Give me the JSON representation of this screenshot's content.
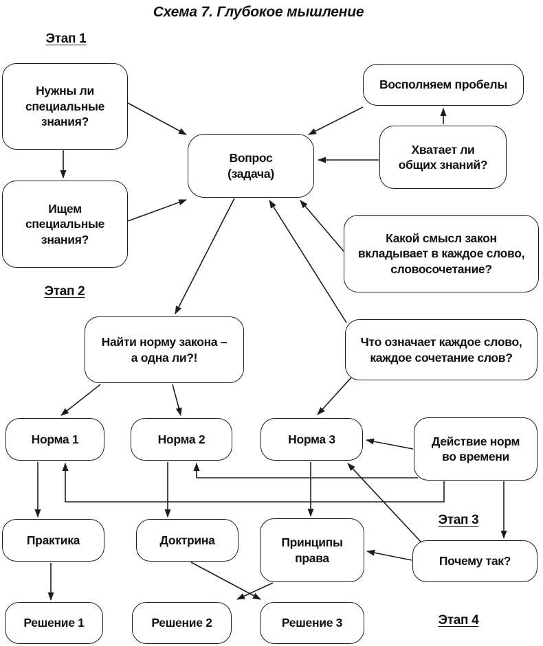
{
  "title": "Схема 7. Глубокое мышление",
  "stages": {
    "s1": {
      "label": "Этап 1"
    },
    "s2": {
      "label": "Этап 2"
    },
    "s3": {
      "label": "Этап 3"
    },
    "s4": {
      "label": "Этап 4"
    }
  },
  "nodes": {
    "needs_special": {
      "text": "Нужны ли\nспециальные\nзнания?"
    },
    "seek_special": {
      "text": "Ищем\nспециальные\nзнания?"
    },
    "question": {
      "text": "Вопрос\n(задача)"
    },
    "fill_gaps": {
      "text": "Восполняем пробелы"
    },
    "enough_general": {
      "text": "Хватает ли\nобщих знаний?"
    },
    "law_meaning": {
      "text": "Какой смысл закон\nвкладывает в каждое слово,\nсловосочетание?"
    },
    "words_meaning": {
      "text": "Что означает каждое слово,\nкаждое сочетание слов?"
    },
    "find_norm": {
      "text": "Найти норму закона –\nа одна ли?!"
    },
    "norm1": {
      "text": "Норма 1"
    },
    "norm2": {
      "text": "Норма 2"
    },
    "norm3": {
      "text": "Норма 3"
    },
    "norms_time": {
      "text": "Действие норм\nво времени"
    },
    "practice": {
      "text": "Практика"
    },
    "doctrine": {
      "text": "Доктрина"
    },
    "principles": {
      "text": "Принципы\nправа"
    },
    "why_so": {
      "text": "Почему так?"
    },
    "solution1": {
      "text": "Решение 1"
    },
    "solution2": {
      "text": "Решение 2"
    },
    "solution3": {
      "text": "Решение 3"
    }
  },
  "edges": [
    {
      "from": "needs-special",
      "to": "question"
    },
    {
      "from": "needs-special",
      "to": "seek-special"
    },
    {
      "from": "seek-special",
      "to": "question"
    },
    {
      "from": "fill-gaps",
      "to": "question"
    },
    {
      "from": "enough-general",
      "to": "fill-gaps"
    },
    {
      "from": "enough-general",
      "to": "question"
    },
    {
      "from": "law-meaning",
      "to": "question"
    },
    {
      "from": "words-meaning",
      "to": "question"
    },
    {
      "from": "question",
      "to": "find-norm"
    },
    {
      "from": "find-norm",
      "to": "norm-1"
    },
    {
      "from": "find-norm",
      "to": "norm-2"
    },
    {
      "from": "words-meaning",
      "to": "norm-3"
    },
    {
      "from": "norms-time",
      "to": "norm-3"
    },
    {
      "from": "norms-time",
      "to": "norm-2"
    },
    {
      "from": "norms-time",
      "to": "norm-1"
    },
    {
      "from": "norms-time",
      "to": "why-so"
    },
    {
      "from": "why-so",
      "to": "norm-3"
    },
    {
      "from": "why-so",
      "to": "principles"
    },
    {
      "from": "norm-1",
      "to": "practice"
    },
    {
      "from": "norm-2",
      "to": "doctrine"
    },
    {
      "from": "norm-3",
      "to": "principles"
    },
    {
      "from": "practice",
      "to": "solution-1"
    },
    {
      "from": "doctrine",
      "to": "solution-3"
    },
    {
      "from": "principles",
      "to": "solution-2"
    }
  ],
  "colors": {
    "line": "#1c1c1c",
    "text": "#111111",
    "background": "#ffffff"
  }
}
